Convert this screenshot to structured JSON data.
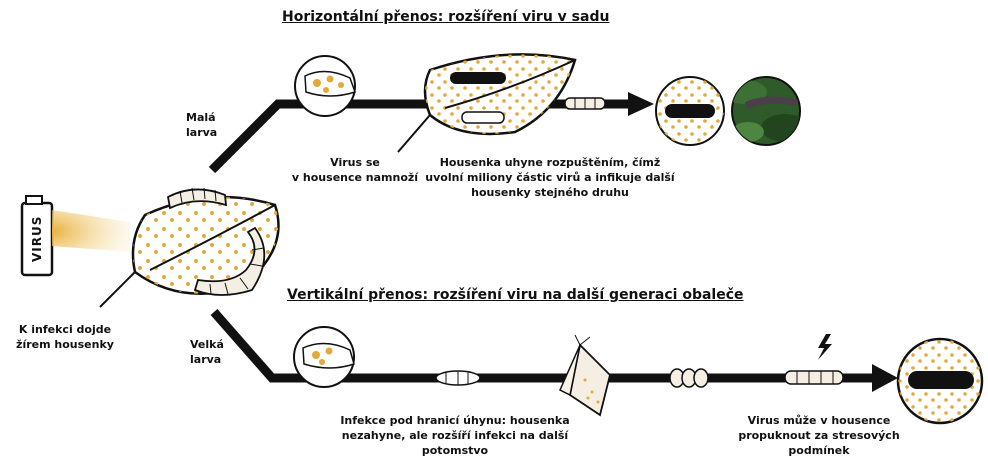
{
  "titles": {
    "horizontal": "Horizontální přenos: rozšíření viru v sadu",
    "vertical": "Vertikální přenos: rozšíření viru na další generaci obaleče"
  },
  "spray": {
    "label": "VIRUS"
  },
  "branches": {
    "small": [
      "Malá",
      "larva"
    ],
    "large": [
      "Velká",
      "larva"
    ]
  },
  "captions": {
    "infection": [
      "K infekci dojde",
      "žírem housenky"
    ],
    "multiply": [
      "Virus se",
      "v housence namnoží"
    ],
    "dies": [
      "Housenka uhyne rozpuštěním, čímž",
      "uvolní miliony částic virů a infikuje další",
      "housenky stejného druhu"
    ],
    "sublethal": [
      "Infekce pod hranicí úhynu: housenka",
      "nezahyne, ale rozšíří infekci na další",
      "potomstvo"
    ],
    "outbreak": [
      "Virus může v housence",
      "propuknout za stresových",
      "podmínek"
    ]
  },
  "colors": {
    "arrow": "#111111",
    "virus_dot": "#e2a93a",
    "spray": "#e8b23c",
    "larva": "#f4efe2",
    "leaf_photo": "#2f5a2a"
  }
}
